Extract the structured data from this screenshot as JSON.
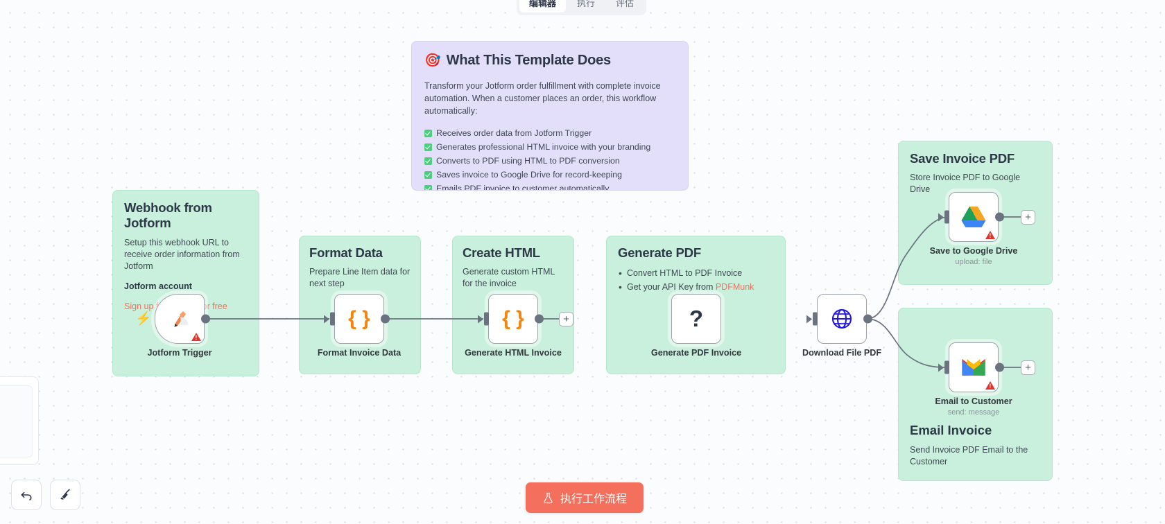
{
  "tabs": [
    {
      "label": "编辑器",
      "active": true
    },
    {
      "label": "执行",
      "active": false
    },
    {
      "label": "评估",
      "active": false
    }
  ],
  "execute_button": {
    "label": "执行工作流程",
    "icon": "flask-icon",
    "color": "#f4705c"
  },
  "controls": {
    "undo": {
      "name": "undo-button",
      "icon": "undo-arrow-icon"
    },
    "tidy": {
      "name": "tidy-up-button",
      "icon": "broom-icon"
    }
  },
  "notes": {
    "template": {
      "emoji": "🎯",
      "title": "What This Template Does",
      "paragraph": "Transform your Jotform order fulfillment with complete invoice automation. When a customer places an order, this workflow automatically:",
      "checklist": [
        "Receives order data from Jotform Trigger",
        "Generates professional HTML invoice with your branding",
        "Converts to PDF using HTML to PDF conversion",
        "Saves invoice to Google Drive for record-keeping",
        "Emails PDF invoice to customer automatically"
      ],
      "color": "#e3dffb"
    },
    "webhook": {
      "title": "Webhook from Jotform",
      "subtitle": "Setup this webhook URL to receive order information from Jotform",
      "account_label": "Jotform account",
      "link": "Sign up for Jotform for free",
      "color": "#c9f0dc"
    },
    "format": {
      "title": "Format Data",
      "subtitle": "Prepare Line Item data for next step",
      "color": "#c9f0dc"
    },
    "create": {
      "title": "Create HTML",
      "subtitle": "Generate custom HTML for the invoice",
      "color": "#c9f0dc"
    },
    "genpdf": {
      "title": "Generate PDF",
      "bullets_pre": "Get your API Key from ",
      "bullet1": "Convert HTML to PDF Invoice",
      "bullet2_link": "PDFMunk",
      "color": "#c9f0dc"
    },
    "save": {
      "title": "Save Invoice PDF",
      "subtitle": "Store Invoice PDF to Google Drive",
      "color": "#c9f0dc"
    },
    "email": {
      "title": "Email Invoice",
      "subtitle": "Send Invoice PDF Email to the Customer",
      "color": "#c9f0dc"
    }
  },
  "nodes": [
    {
      "id": "jotform-trigger",
      "label": "Jotform Trigger",
      "sublabel": "",
      "icon": "jotform-pencil-icon",
      "warning": true
    },
    {
      "id": "format-invoice-data",
      "label": "Format Invoice Data",
      "sublabel": "",
      "icon": "code-braces-icon",
      "warning": false
    },
    {
      "id": "generate-html-invoice",
      "label": "Generate HTML Invoice",
      "sublabel": "",
      "icon": "code-braces-icon",
      "warning": false
    },
    {
      "id": "generate-pdf-invoice",
      "label": "Generate PDF Invoice",
      "sublabel": "",
      "icon": "question-mark-icon",
      "warning": false
    },
    {
      "id": "download-file-pdf",
      "label": "Download File PDF",
      "sublabel": "",
      "icon": "globe-http-icon",
      "warning": false
    },
    {
      "id": "save-to-google-drive",
      "label": "Save to Google Drive",
      "sublabel": "upload: file",
      "icon": "google-drive-icon",
      "warning": true
    },
    {
      "id": "email-to-customer",
      "label": "Email to Customer",
      "sublabel": "send: message",
      "icon": "gmail-icon",
      "warning": true
    }
  ],
  "plus_label": "+"
}
